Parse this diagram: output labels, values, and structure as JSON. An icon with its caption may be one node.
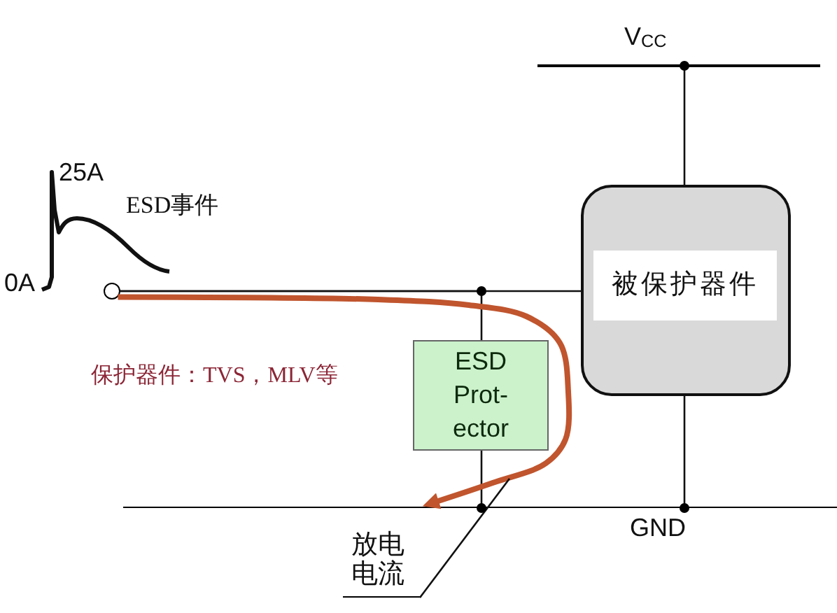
{
  "diagram": {
    "nodes": [
      {
        "text": [
          "V$_{CC}$"
        ]
      },
      {
        "text": [],
        "shape": "circle"
      },
      {
        "text": [
          "ESD Prot- ector"
        ]
      },
      {
        "text": [
          "被保护器件"
        ]
      },
      {
        "text": [
          "GND"
        ]
      },
      {
        "text": [
          "放电电流"
        ]
      }
    ],
    "edges": [
      {
        "from": 0,
        "to": 3,
        "arrow": "none"
      },
      {
        "from": 1,
        "to": 3,
        "arrow": "none"
      },
      {
        "from": 1,
        "to": 2,
        "arrow": "none"
      },
      {
        "from": 3,
        "to": 4,
        "arrow": "none"
      },
      {
        "from": 2,
        "to": 4,
        "arrow": "none"
      },
      {
        "from": 1,
        "to": 4,
        "arrow": "to",
        "style": "thick",
        "color": "#c0552e"
      },
      {
        "from": 5,
        "to": null,
        "arrow": "none"
      }
    ],
    "labels": [
      "25A",
      "ESD事件",
      "0A",
      "保护器件：TVS，MLV等"
    ]
  }
}
